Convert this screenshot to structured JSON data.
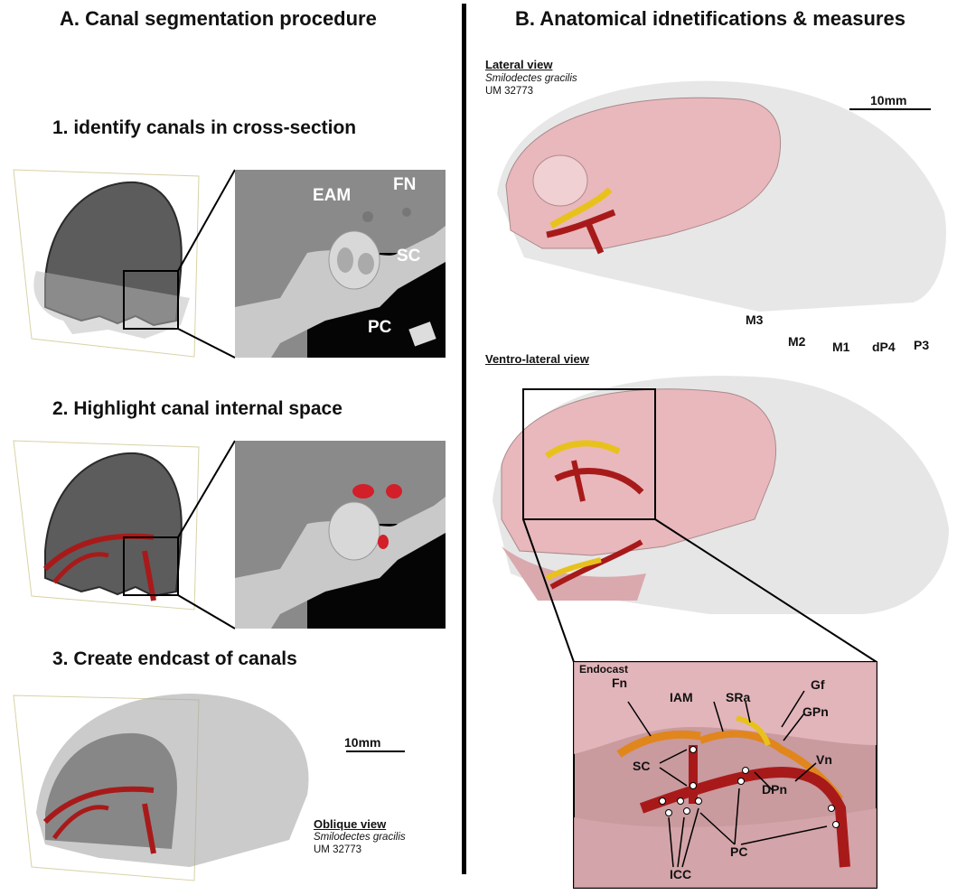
{
  "panel_a": {
    "title": "A. Canal segmentation procedure",
    "step1": "1. identify canals in cross-section",
    "step2": "2. Highlight canal internal space",
    "step3": "3. Create endcast of canals",
    "section_labels": {
      "eam": "EAM",
      "fn": "FN",
      "sc": "SC",
      "pc": "PC"
    },
    "scale": "10mm",
    "view": {
      "title": "Oblique view",
      "species": "Smilodectes gracilis",
      "specimen": "UM 32773"
    }
  },
  "panel_b": {
    "title": "B. Anatomical idnetifications & measures",
    "lateral": {
      "title": "Lateral view",
      "species": "Smilodectes gracilis",
      "specimen": "UM 32773"
    },
    "scale": "10mm",
    "teeth": {
      "m3": "M3",
      "m2": "M2",
      "m1": "M1",
      "dp4": "dP4",
      "p3": "P3"
    },
    "ventro": {
      "title": "Ventro-lateral view"
    },
    "endocast": {
      "title": "Endocast",
      "labels": {
        "fn": "Fn",
        "iam": "IAM",
        "sra": "SRa",
        "gf": "Gf",
        "gpn": "GPn",
        "vn": "Vn",
        "sc": "SC",
        "dpn": "DPn",
        "pc": "PC",
        "icc": "ICC"
      }
    }
  },
  "colors": {
    "canal_red": "#a81a1a",
    "canal_orange": "#e0861c",
    "canal_yellow": "#e8c21c",
    "bone_pink": "#e8b8bc",
    "ct_gray": "#6a6a6a"
  }
}
